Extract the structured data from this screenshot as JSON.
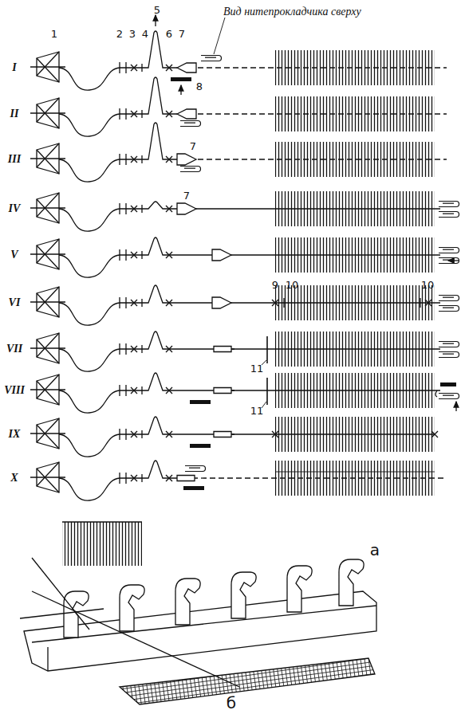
{
  "diagram": {
    "labels": [
      "Вид нитепрокладчика сверху",
      "1",
      "2",
      "3",
      "4",
      "5",
      "6",
      "7",
      "8",
      "7",
      "7",
      "9",
      "10",
      "10",
      "11",
      "11",
      "I",
      "II",
      "III",
      "IV",
      "V",
      "VI",
      "VII",
      "VIII",
      "IX",
      "X",
      "а",
      "б"
    ]
  }
}
